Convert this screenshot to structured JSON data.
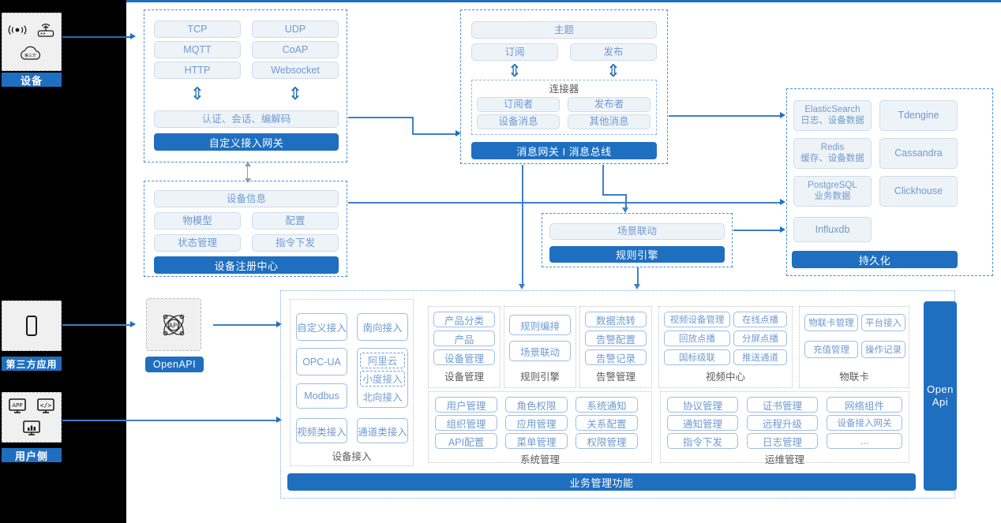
{
  "meta": {
    "title": "IoT Platform Architecture Diagram",
    "accent": "#1f6fc0",
    "pill_text": "#6f9ad0",
    "caption_text": "#5b5b5b"
  },
  "actors": [
    {
      "name": "device",
      "label": "设备",
      "icons": [
        "signal-wave-icon",
        "router-icon",
        "cloud-icon"
      ]
    },
    {
      "name": "third-party",
      "label": "第三方应用",
      "icons": [
        "mobile-phone-icon"
      ]
    },
    {
      "name": "user-side",
      "label": "用户侧",
      "icons": [
        "app-window-icon",
        "code-window-icon",
        "chart-window-icon"
      ]
    }
  ],
  "openapi": {
    "label": "OpenAPI",
    "icon": "api-atom-icon"
  },
  "access_gateway": {
    "protocols": [
      "TCP",
      "UDP",
      "MQTT",
      "CoAP",
      "HTTP",
      "Websocket"
    ],
    "middle": "认证、会话、编解码",
    "footer": "自定义接入网关"
  },
  "message_bus": {
    "topic": "主题",
    "subscribe": "订阅",
    "publish": "发布",
    "connector_title": "连接器",
    "connector_items": [
      "订阅者",
      "发布者",
      "设备消息",
      "其他消息"
    ],
    "footer": "消息网关 I 消息总线"
  },
  "registry": {
    "header": "设备信息",
    "items": [
      "物模型",
      "配置",
      "状态管理",
      "指令下发"
    ],
    "footer": "设备注册中心"
  },
  "rule_engine_block": {
    "item": "场景联动",
    "footer": "规则引擎"
  },
  "persistence": {
    "stores": [
      {
        "name": "ElasticSearch",
        "desc": "日志、设备数据"
      },
      {
        "name": "Tdengine",
        "desc": ""
      },
      {
        "name": "Redis",
        "desc": "缓存、设备数据"
      },
      {
        "name": "Cassandra",
        "desc": ""
      },
      {
        "name": "PostgreSQL",
        "desc": "业务数据"
      },
      {
        "name": "Clickhouse",
        "desc": ""
      },
      {
        "name": "Influxdb",
        "desc": ""
      }
    ],
    "footer": "持久化"
  },
  "device_access": {
    "caption": "设备接入",
    "items": [
      {
        "label": "自定义接入",
        "style": "outline"
      },
      {
        "label": "南向接入",
        "style": "outline"
      },
      {
        "label": "OPC-UA",
        "style": "outline"
      },
      {
        "label": "阿里云",
        "style": "dashed"
      },
      {
        "label": "小度接入",
        "style": "dashed"
      },
      {
        "label": "北向接入",
        "style": "outline"
      },
      {
        "label": "Modbus",
        "style": "outline"
      },
      {
        "label": "视频类接入",
        "style": "outline"
      },
      {
        "label": "通道类接入",
        "style": "outline"
      }
    ]
  },
  "function_groups": [
    {
      "name": "device-management",
      "caption": "设备管理",
      "items": [
        "产品分类",
        "产品",
        "设备管理"
      ]
    },
    {
      "name": "rule-engine",
      "caption": "规则引擎",
      "items": [
        "规则编排",
        "场景联动"
      ]
    },
    {
      "name": "alarm-management",
      "caption": "告警管理",
      "items": [
        "数据流转",
        "告警配置",
        "告警记录"
      ]
    },
    {
      "name": "video-center",
      "caption": "视频中心",
      "items": [
        "视频设备管理",
        "在线点播",
        "回放点播",
        "分屏点播",
        "国标级联",
        "推送通道"
      ]
    },
    {
      "name": "iot-card",
      "caption": "物联卡",
      "items": [
        "物联卡管理",
        "平台接入",
        "充值管理",
        "操作记录"
      ]
    },
    {
      "name": "system-management",
      "caption": "系统管理",
      "items": [
        "用户管理",
        "角色权限",
        "系统通知",
        "组织管理",
        "应用管理",
        "关系配置",
        "API配置",
        "菜单管理",
        "权限管理"
      ]
    },
    {
      "name": "ops-management",
      "caption": "运维管理",
      "items": [
        "协议管理",
        "证书管理",
        "网络组件",
        "通知管理",
        "远程升级",
        "设备接入网关",
        "指令下发",
        "日志管理",
        "..."
      ]
    }
  ],
  "open_api_bar": {
    "line1": "Open",
    "line2": "Api"
  },
  "business_bar": {
    "label": "业务管理功能"
  }
}
